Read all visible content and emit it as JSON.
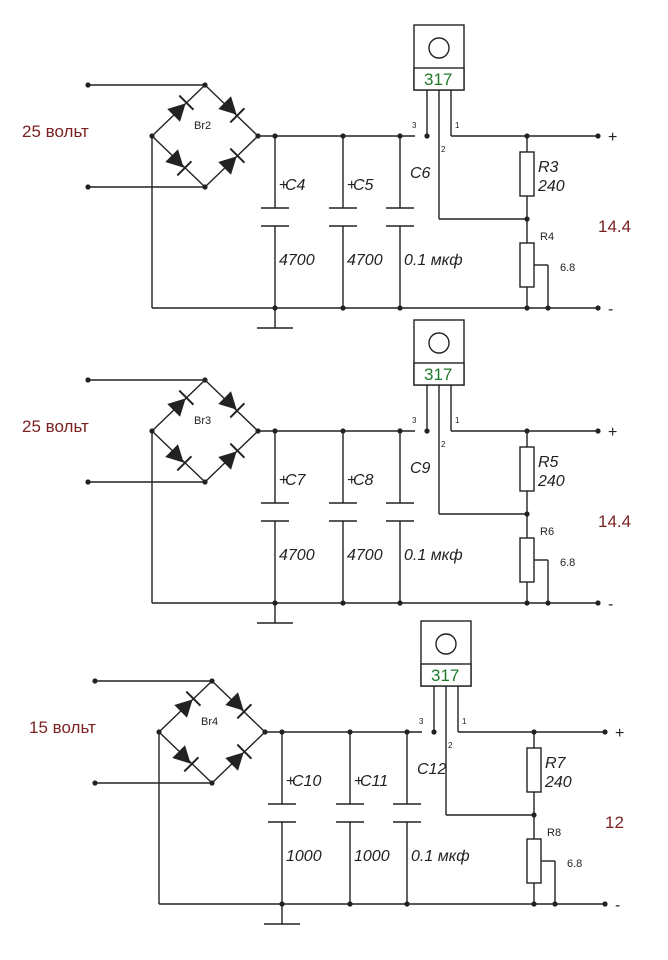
{
  "stages": [
    {
      "input": "25 вольт",
      "bridge": "Br2",
      "caps": [
        {
          "name": "C4",
          "value": "4700",
          "polar": true
        },
        {
          "name": "C5",
          "value": "4700",
          "polar": true
        },
        {
          "name": "C6",
          "value": "0.1 мкф",
          "polar": false
        }
      ],
      "regulator": "317",
      "pins": [
        "3",
        "2",
        "1"
      ],
      "r_top": {
        "name": "R3",
        "value": "240"
      },
      "r_bot": {
        "name": "R4",
        "value": "6.8"
      },
      "output": "14.4",
      "plus": "+",
      "minus": "-"
    },
    {
      "input": "25 вольт",
      "bridge": "Br3",
      "caps": [
        {
          "name": "C7",
          "value": "4700",
          "polar": true
        },
        {
          "name": "C8",
          "value": "4700",
          "polar": true
        },
        {
          "name": "C9",
          "value": "0.1 мкф",
          "polar": false
        }
      ],
      "regulator": "317",
      "pins": [
        "3",
        "2",
        "1"
      ],
      "r_top": {
        "name": "R5",
        "value": "240"
      },
      "r_bot": {
        "name": "R6",
        "value": "6.8"
      },
      "output": "14.4",
      "plus": "+",
      "minus": "-"
    },
    {
      "input": "15 вольт",
      "bridge": "Br4",
      "caps": [
        {
          "name": "C10",
          "value": "1000",
          "polar": true
        },
        {
          "name": "C11",
          "value": "1000",
          "polar": true
        },
        {
          "name": "C12",
          "value": "0.1 мкф",
          "polar": false
        }
      ],
      "regulator": "317",
      "pins": [
        "3",
        "2",
        "1"
      ],
      "r_top": {
        "name": "R7",
        "value": "240"
      },
      "r_bot": {
        "name": "R8",
        "value": "6.8"
      },
      "output": "12",
      "plus": "+",
      "minus": "-"
    }
  ]
}
